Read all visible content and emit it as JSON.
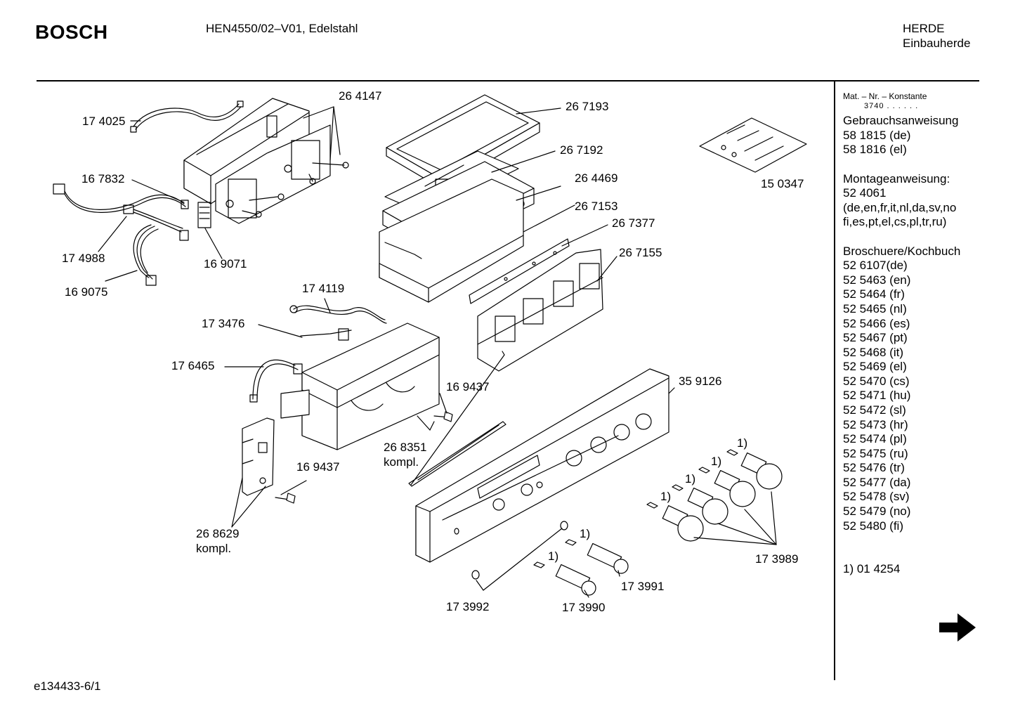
{
  "header": {
    "brand": "BOSCH",
    "model": "HEN4550/02–V01, Edelstahl",
    "category_line1": "HERDE",
    "category_line2": "Einbauherde"
  },
  "sidebar": {
    "mat_label": "Mat. – Nr. – Konstante",
    "mat_value": "3740 . . . . . .",
    "gebrauch_title": "Gebrauchsanweisung",
    "gebrauch_items": [
      "58 1815 (de)",
      "58 1816 (el)"
    ],
    "montage_title": "Montageanweisung:",
    "montage_number": "52 4061",
    "montage_langs1": "(de,en,fr,it,nl,da,sv,no",
    "montage_langs2": "fi,es,pt,el,cs,pl,tr,ru)",
    "broschuere_title": "Broschuere/Kochbuch",
    "broschuere_items": [
      "52 6107(de)",
      "52 5463 (en)",
      "52 5464 (fr)",
      "52 5465 (nl)",
      "52 5466 (es)",
      "52 5467 (pt)",
      "52 5468 (it)",
      "52 5469 (el)",
      "52 5470 (cs)",
      "52 5471 (hu)",
      "52 5472 (sl)",
      "52 5473 (hr)",
      "52 5474 (pl)",
      "52 5475 (ru)",
      "52 5476 (tr)",
      "52 5477 (da)",
      "52 5478 (sv)",
      "52 5479 (no)",
      "52 5480 (fi)"
    ],
    "footnote": "1) 01 4254"
  },
  "footer": {
    "code": "e134433-6/1"
  },
  "icons": {
    "next_page": "right-arrow-icon"
  },
  "parts": {
    "p174025": "17 4025",
    "p264147": "26 4147",
    "p167832": "16 7832",
    "p174988": "17 4988",
    "p169071": "16 9071",
    "p169075": "16 9075",
    "p267193": "26 7193",
    "p267192": "26 7192",
    "p264469": "26 4469",
    "p267153": "26 7153",
    "p267377": "26 7377",
    "p267155": "26 7155",
    "p150347": "15 0347",
    "p174119": "17 4119",
    "p173476": "17 3476",
    "p176465": "17 6465",
    "p169437a": "16 9437",
    "p268351": "26 8351",
    "p268351b": "kompl.",
    "p169437b": "16 9437",
    "p268629": "26 8629",
    "p268629b": "kompl.",
    "p359126": "35 9126",
    "p173989": "17 3989",
    "p173991": "17 3991",
    "p173990": "17 3990",
    "p173992": "17 3992",
    "fn": "1)"
  }
}
